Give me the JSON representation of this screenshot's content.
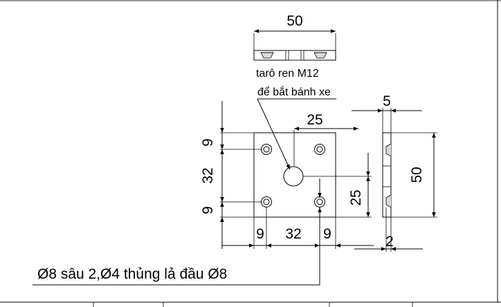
{
  "drawing": {
    "top_view": {
      "width_dim": "50"
    },
    "note": {
      "line1": "tarô ren M12",
      "line2": "để bắt bánh xe"
    },
    "front_view": {
      "top_half_dim": "25",
      "left_top_dim": "9",
      "left_mid_dim": "32",
      "left_bot_dim": "9",
      "right_half_dim": "25",
      "bottom_left_dim": "9",
      "bottom_mid_dim": "32",
      "bottom_right_dim": "9"
    },
    "side_view": {
      "thickness_dim": "5",
      "height_dim": "50",
      "depth_dim": "2"
    },
    "callout": "Ø8 sâu 2,Ø4 thủng lả đầu Ø8"
  },
  "colors": {
    "line": "#000000",
    "background": "#ffffff",
    "frame": "#9a9a9a"
  }
}
